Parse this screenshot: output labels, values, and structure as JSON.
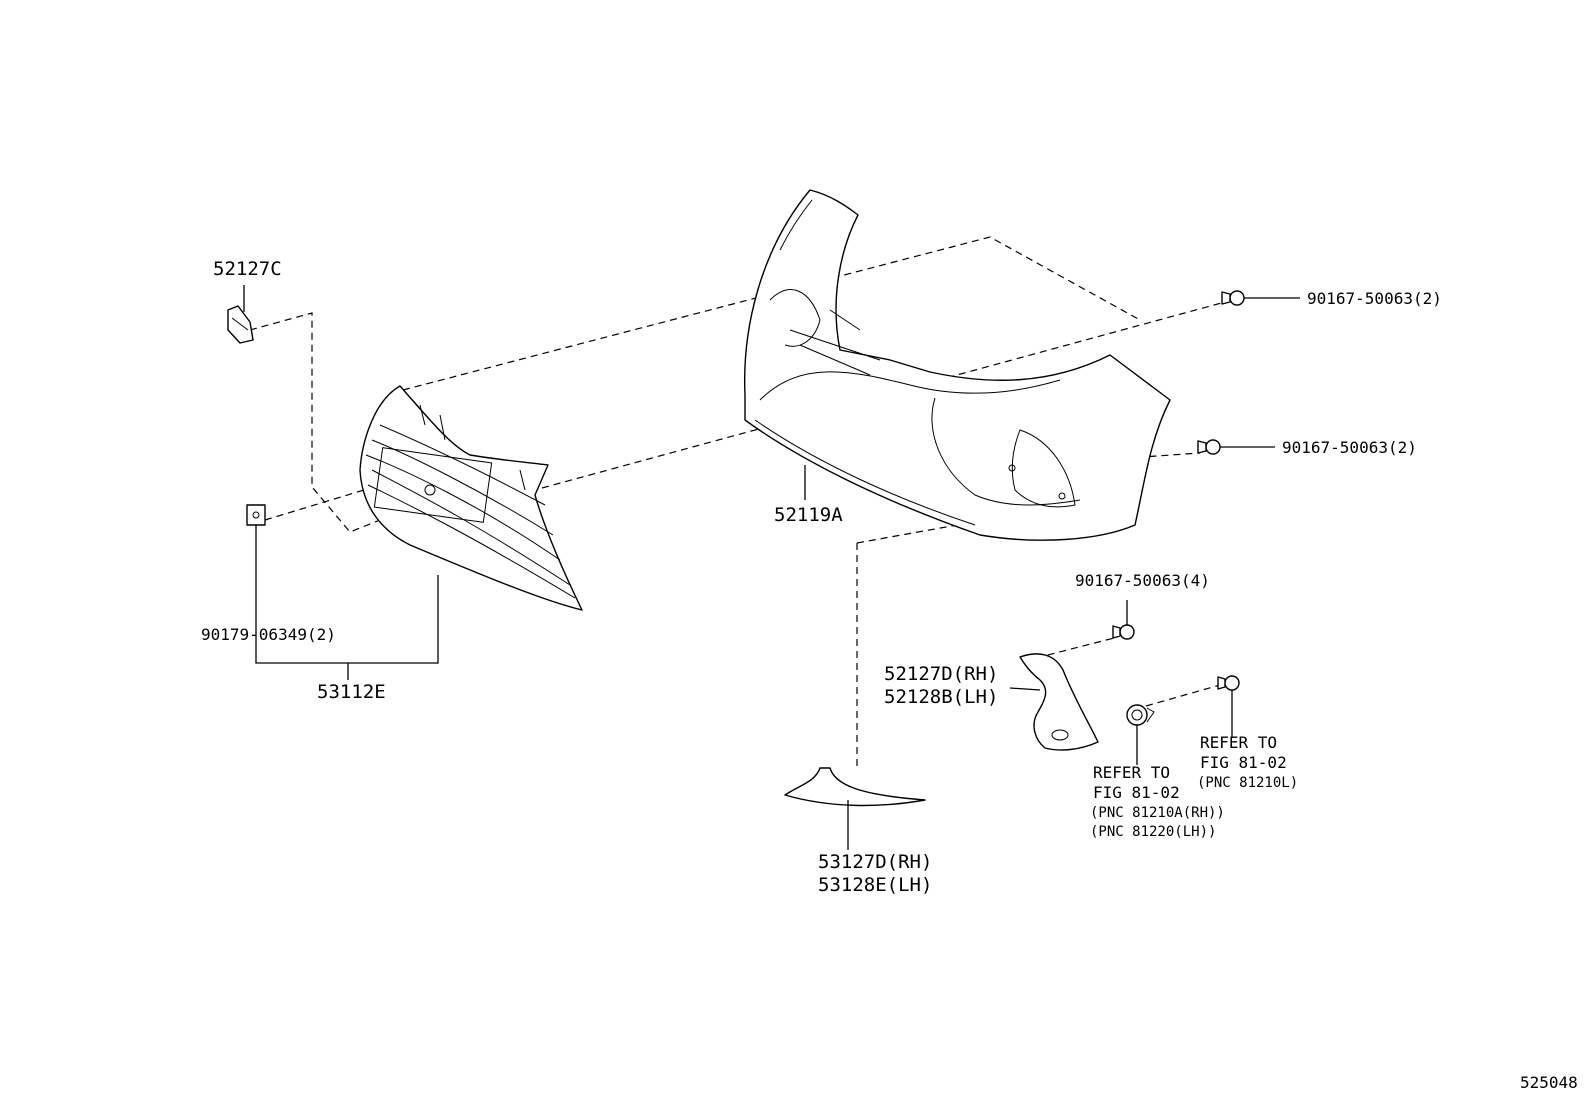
{
  "diagram": {
    "figure_id": "525048",
    "parts": {
      "bumper_cover": "52119A",
      "bracket_top": "52127C",
      "clip_left": "90179-06349(2)",
      "grille": "53112E",
      "bolt_upper_right": "90167-50063(2)",
      "bolt_middle_right": "90167-50063(2)",
      "bolt_fog_cover": "90167-50063(4)",
      "fog_cover_rh": "52127D(RH)",
      "fog_cover_lh": "52128B(LH)",
      "spoiler_rh": "53127D(RH)",
      "spoiler_lh": "53128E(LH)"
    },
    "refs": {
      "fog_lamp": {
        "line1": "REFER TO",
        "line2": "FIG 81-02",
        "line3": "(PNC 81210A(RH))",
        "line4": "(PNC 81220(LH))"
      },
      "fog_lamp_screw": {
        "line1": "REFER TO",
        "line2": "FIG 81-02",
        "line3": "(PNC 81210L)"
      }
    }
  }
}
